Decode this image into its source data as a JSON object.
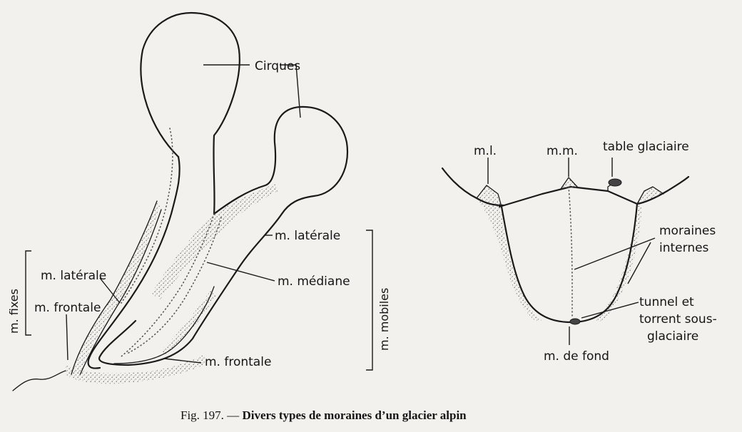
{
  "glacier": {
    "labels": {
      "cirques": "Cirques",
      "lateral_mobile": "m. latérale",
      "median": "m. médiane",
      "lateral_fixed": "m. latérale",
      "frontal_fixed": "m. frontale",
      "frontal_mobile": "m. frontale"
    },
    "groups": {
      "fixed": "m. fixes",
      "mobile": "m. mobiles"
    }
  },
  "cross_section": {
    "labels": {
      "ml": "m.l.",
      "mm": "m.m.",
      "table": "table glaciaire",
      "internal_1": "moraines",
      "internal_2": "internes",
      "tunnel_1": "tunnel et",
      "tunnel_2": "torrent sous-",
      "tunnel_3": "glaciaire",
      "ground": "m. de fond"
    }
  },
  "caption": {
    "prefix": "Fig. 197. — ",
    "text": "Divers types de moraines d’un glacier alpin"
  }
}
